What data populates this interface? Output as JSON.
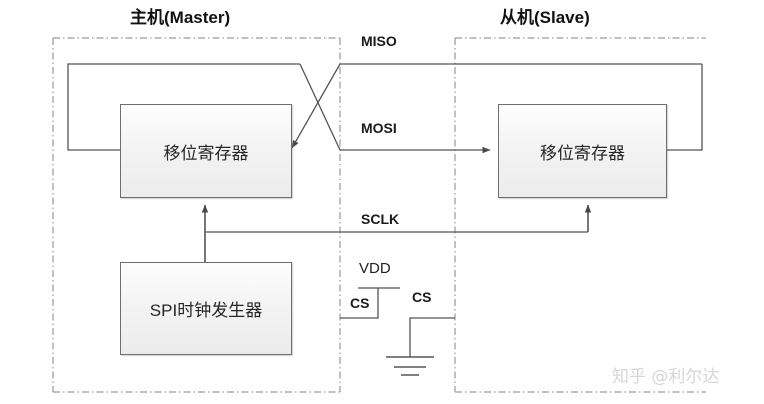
{
  "diagram": {
    "title_master": "主机(Master)",
    "title_slave": "从机(Slave)",
    "blocks": {
      "master_shift_register": "移位寄存器",
      "slave_shift_register": "移位寄存器",
      "clock_generator": "SPI时钟发生器"
    },
    "signals": {
      "miso": "MISO",
      "mosi": "MOSI",
      "sclk": "SCLK",
      "vdd": "VDD",
      "cs_master": "CS",
      "cs_slave": "CS"
    },
    "colors": {
      "box_border": "#6e6e6e",
      "box_fill": "#f2f2f2",
      "wire": "#555555",
      "boundary": "#9a9a9a",
      "text": "#1a1a1a",
      "watermark": "#d6d6d6"
    }
  },
  "watermark": {
    "text": "知乎 @利尔达"
  }
}
